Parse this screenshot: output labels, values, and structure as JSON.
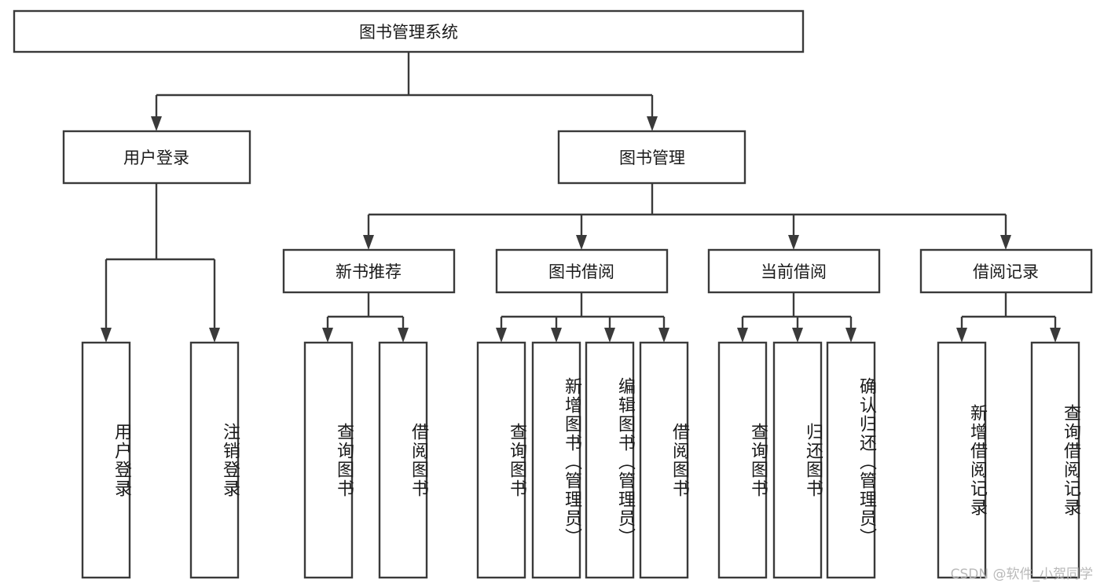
{
  "diagram": {
    "title": "图书管理系统",
    "type": "tree",
    "orientation": "top-down",
    "colors": {
      "stroke": "#3a3a3a",
      "box_fill": "#ffffff",
      "text": "#1a1a1a",
      "background": "#ffffff",
      "watermark": "#b9b9b9"
    },
    "root": {
      "label": "图书管理系统"
    },
    "level2": [
      {
        "label": "用户登录"
      },
      {
        "label": "图书管理"
      }
    ],
    "level3": [
      {
        "label": "新书推荐"
      },
      {
        "label": "图书借阅"
      },
      {
        "label": "当前借阅"
      },
      {
        "label": "借阅记录"
      }
    ],
    "leaves": {
      "user_login": [
        {
          "label": "用户登录"
        },
        {
          "label": "注销登录"
        }
      ],
      "new_book_recommend": [
        {
          "label": "查询图书"
        },
        {
          "label": "借阅图书"
        }
      ],
      "book_borrow": [
        {
          "label": "查询图书"
        },
        {
          "label": "新增图书（管理员）"
        },
        {
          "label": "编辑图书（管理员）"
        },
        {
          "label": "借阅图书"
        }
      ],
      "current_borrow": [
        {
          "label": "查询图书"
        },
        {
          "label": "归还图书"
        },
        {
          "label": "确认归还（管理员）"
        }
      ],
      "borrow_record": [
        {
          "label": "新增借阅记录"
        },
        {
          "label": "查询借阅记录"
        }
      ]
    }
  },
  "watermark": {
    "text": "CSDN @软件_小贺同学"
  }
}
